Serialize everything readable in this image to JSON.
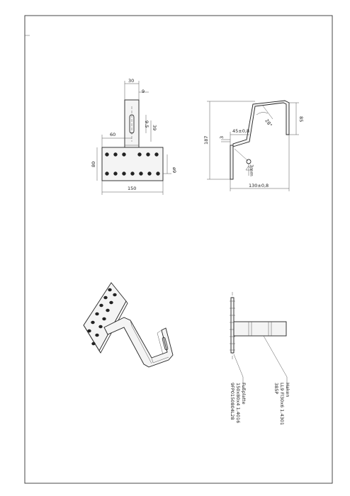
{
  "front_view": {
    "dims": {
      "top_width": "30",
      "slot_width": "9",
      "offset": "60",
      "slot_a": "9.5",
      "slot_b": "39",
      "height": "80",
      "width": "150",
      "hole": "ø9"
    }
  },
  "side_view": {
    "dims": {
      "height": "187",
      "hook": "85",
      "offset": "45±0,8",
      "thick": "3",
      "width": "130±0,8",
      "angle": "28°",
      "weld": "3mm"
    }
  },
  "bottom_view": {
    "labels": {
      "haken_1": "Haken",
      "haken_2": "LL9 Fl30x6 1.4301",
      "haken_3": "385P",
      "fuss_1": "Fußplatte",
      "fuss_2": "150x80x4 1.4016",
      "fuss_3": "9FP0150804L28"
    }
  }
}
